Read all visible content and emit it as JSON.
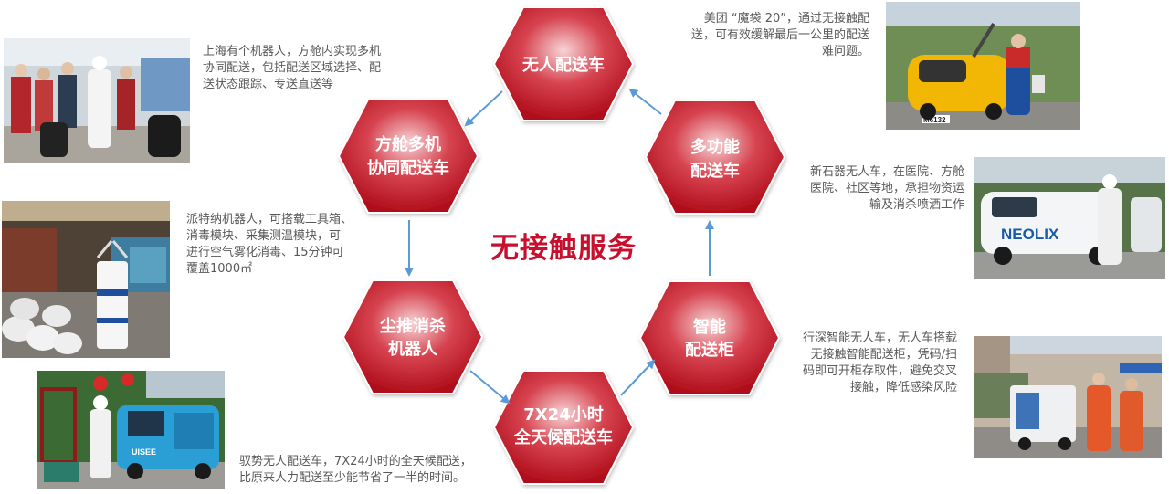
{
  "title": "无接触服务",
  "nodes": [
    {
      "lines": [
        "无人配送车"
      ]
    },
    {
      "lines": [
        "方舱多机",
        "协同配送车"
      ]
    },
    {
      "lines": [
        "尘推消杀",
        "机器人"
      ]
    },
    {
      "lines": [
        "7X24小时",
        "全天候配送车"
      ]
    },
    {
      "lines": [
        "智能",
        "配送柜"
      ]
    },
    {
      "lines": [
        "多功能",
        "配送车"
      ]
    }
  ],
  "captions": {
    "fangcang": [
      "上海有个机器人，方舱内实现多机",
      "协同配送，包括配送区域选择、配",
      "送状态跟踪、专送直送等"
    ],
    "paitena": [
      "派特纳机器人，可搭载工具箱、",
      "消毒模块、采集测温模块，可",
      "进行空气雾化消毒、15分钟可",
      "覆盖1000㎡"
    ],
    "yushi": [
      "驭势无人配送车，7X24小时的全天候配送，",
      "比原来人力配送至少能节省了一半的时间。"
    ],
    "meituan": [
      "美团 “魔袋 20”，通过无接触配",
      "送，可有效缓解最后一公里的配送",
      "难问题。"
    ],
    "xinshiqi": [
      "新石器无人车，在医院、方舱",
      "医院、社区等地，承担物资运",
      "输及消杀喷洒工作"
    ],
    "xingshen": [
      "行深智能无人车，无人车搭载",
      "无接触智能配送柜，凭码/扫",
      "码即可开柜存取件，避免交叉",
      "接触，降低感染风险"
    ]
  },
  "photo_text": {
    "neolix": "NEOLIX",
    "plate": "M6132",
    "uisee": "UISEE"
  },
  "colors": {
    "title": "#c8102e",
    "hex_light": "#f7d4d6",
    "hex_mid": "#d6434f",
    "hex_dark": "#b00e1b",
    "arrow": "#5b9bd5",
    "caption": "#595959"
  }
}
